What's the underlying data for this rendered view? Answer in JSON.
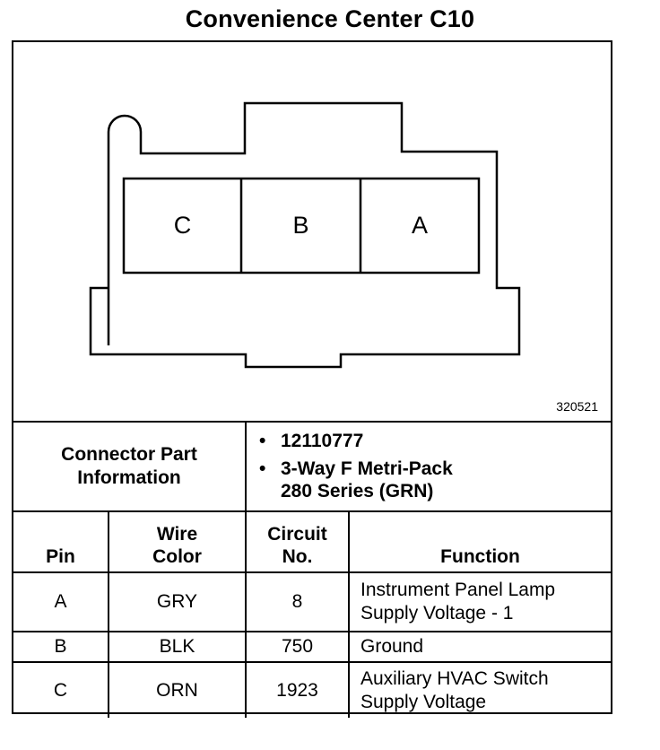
{
  "title": "Convenience Center C10",
  "connector": {
    "cavities": [
      "C",
      "B",
      "A"
    ],
    "reference_number": "320521"
  },
  "part_info": {
    "label_line1": "Connector Part",
    "label_line2": "Information",
    "items": [
      {
        "bullet": "•",
        "lines": [
          "12110777"
        ]
      },
      {
        "bullet": "•",
        "lines": [
          "3-Way F Metri-Pack",
          "280 Series (GRN)"
        ]
      }
    ]
  },
  "columns": {
    "pin": "Pin",
    "wire_color_line1": "Wire",
    "wire_color_line2": "Color",
    "circuit_line1": "Circuit",
    "circuit_line2": "No.",
    "function": "Function"
  },
  "rows": [
    {
      "pin": "A",
      "wire_color": "GRY",
      "circuit": "8",
      "function_line1": "Instrument Panel Lamp",
      "function_line2": "Supply Voltage - 1"
    },
    {
      "pin": "B",
      "wire_color": "BLK",
      "circuit": "750",
      "function_line1": "Ground",
      "function_line2": ""
    },
    {
      "pin": "C",
      "wire_color": "ORN",
      "circuit": "1923",
      "function_line1": "Auxiliary HVAC Switch",
      "function_line2": "Supply Voltage"
    }
  ]
}
